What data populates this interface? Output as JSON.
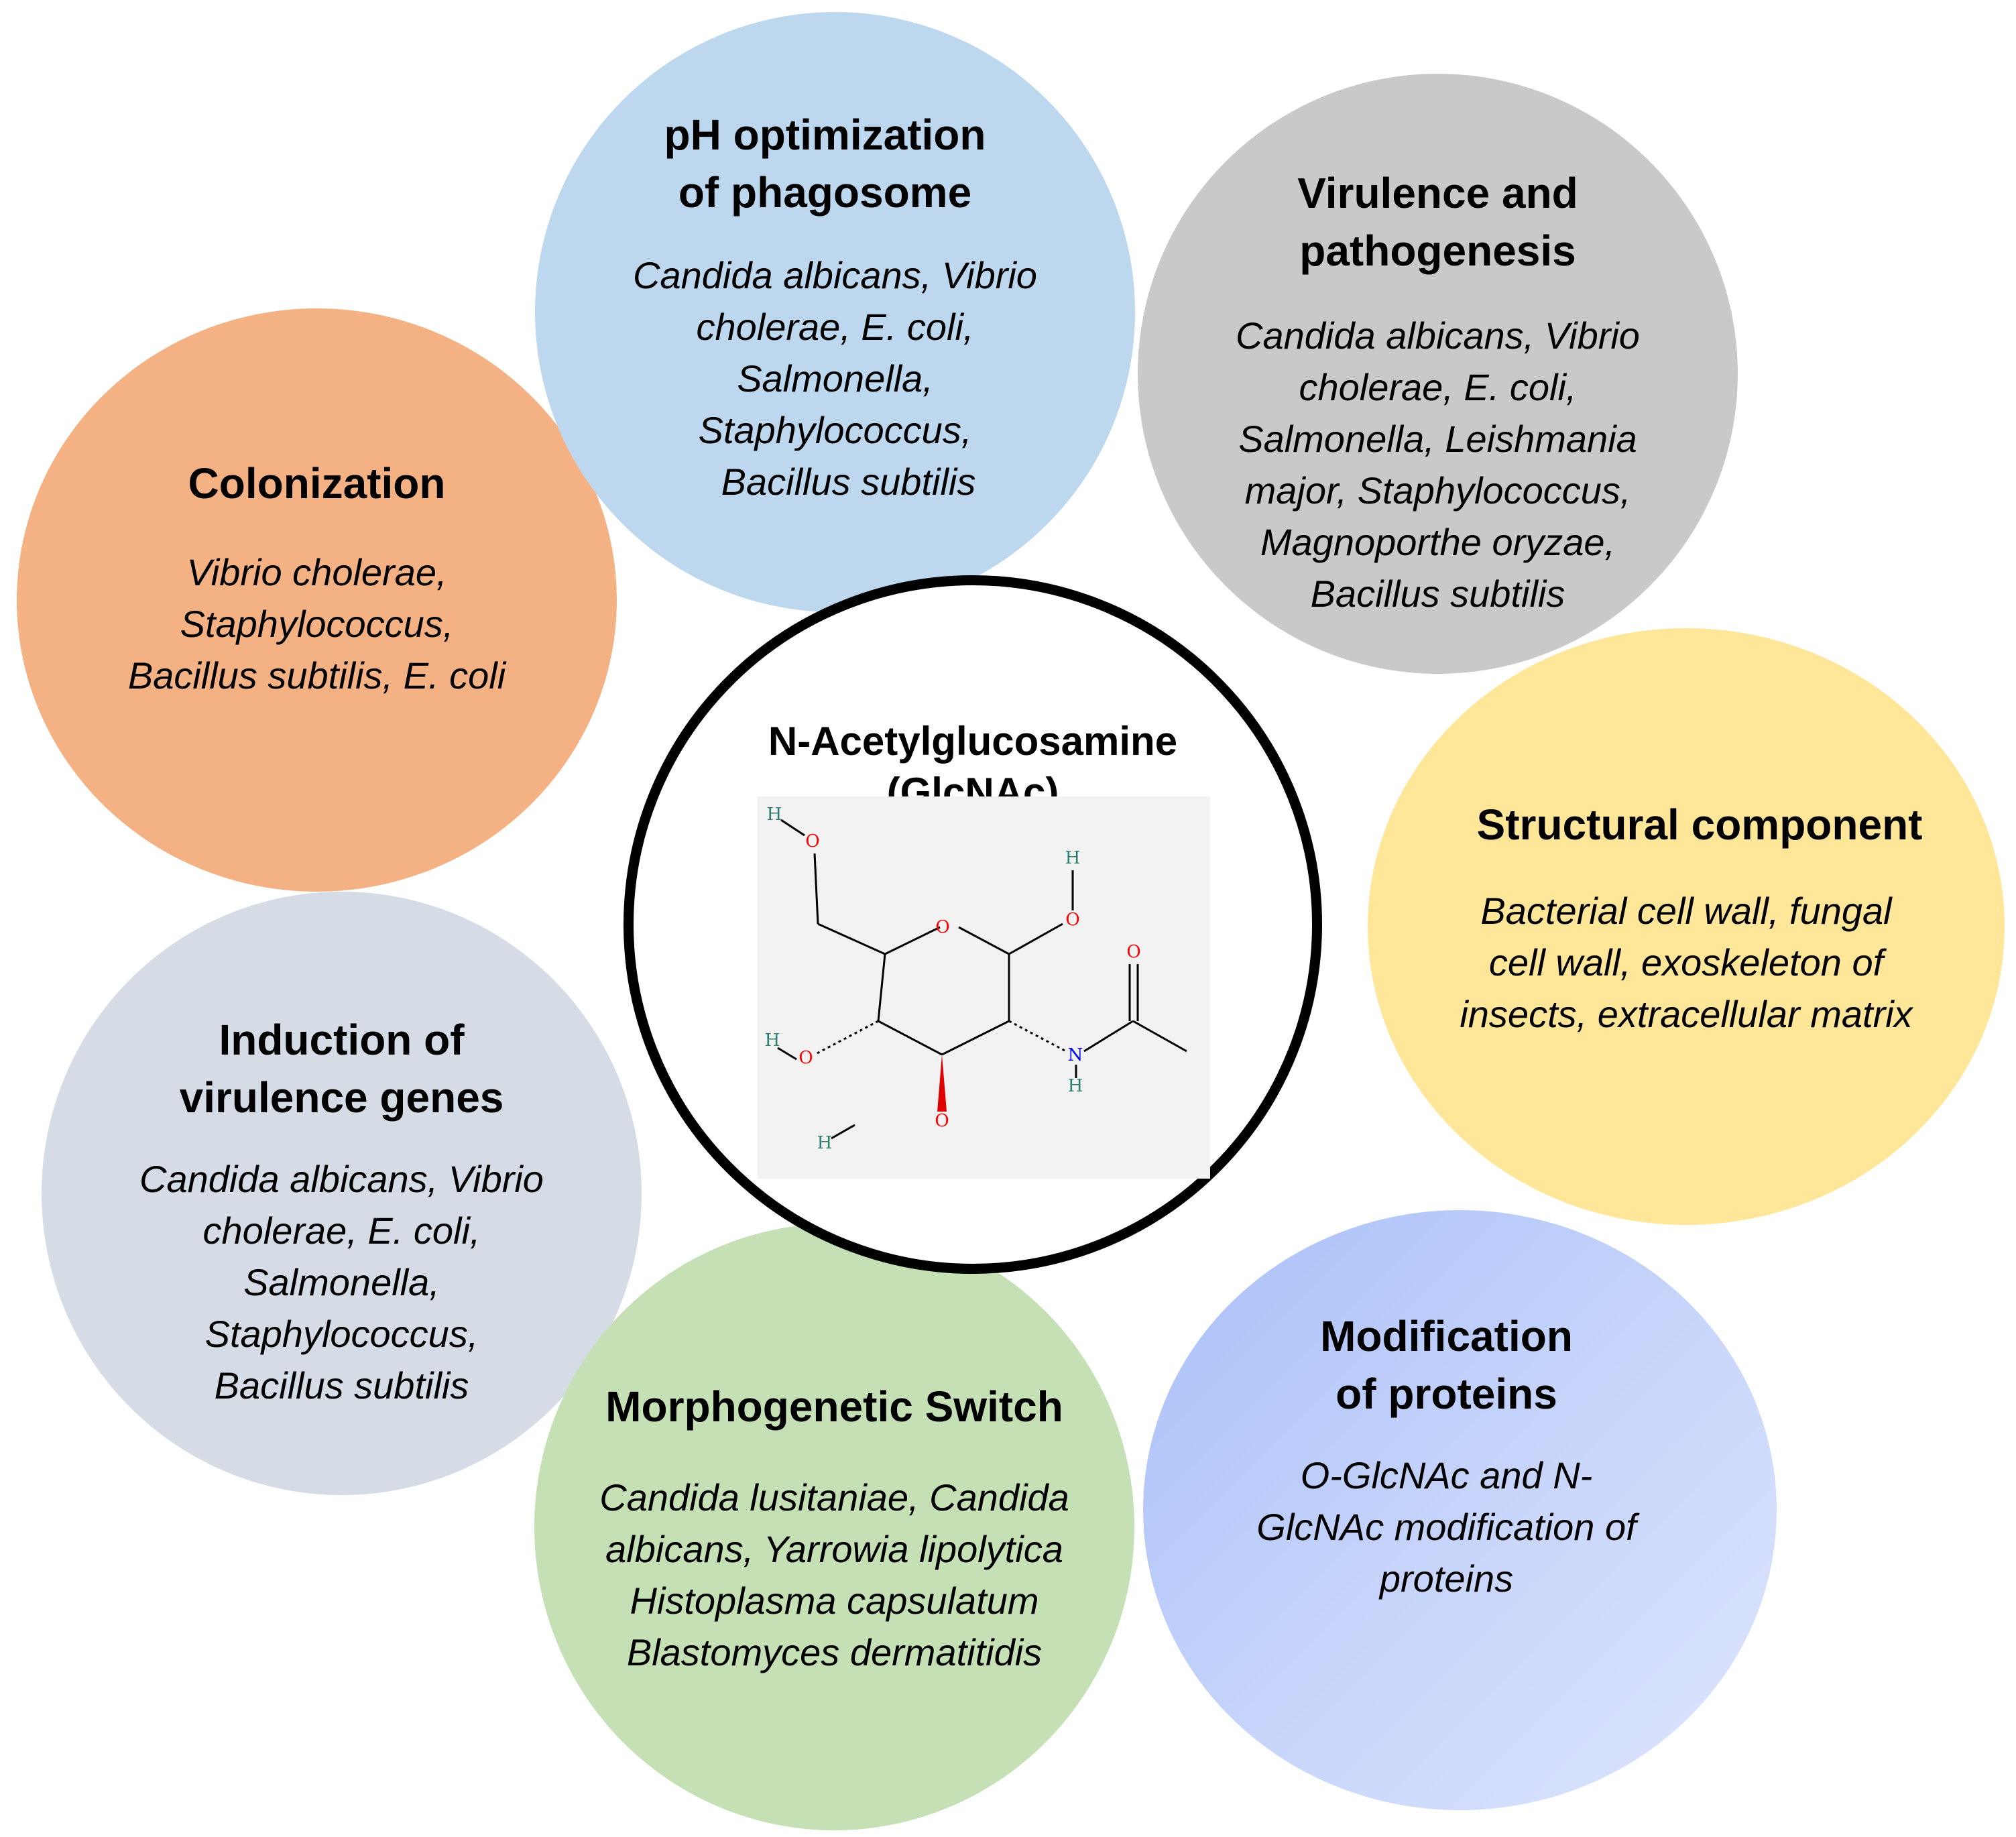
{
  "center": {
    "title_line1": "N-Acetylglucosamine",
    "title_line2": "(GlcNAc)",
    "atoms": {
      "oxygen": "O",
      "hydrogen": "H",
      "nitrogen": "N"
    }
  },
  "colonization": {
    "title": "Colonization",
    "body": [
      "Vibrio cholerae,",
      "Staphylococcus,",
      "Bacillus subtilis, E. coli"
    ]
  },
  "ph_optimization": {
    "title": [
      "pH optimization",
      "of phagosome"
    ],
    "body": [
      "Candida albicans, Vibrio",
      "cholerae, E. coli,",
      "Salmonella,",
      "Staphylococcus,",
      "Bacillus subtilis"
    ]
  },
  "virulence": {
    "title": [
      "Virulence and",
      "pathogenesis"
    ],
    "body": [
      "Candida albicans, Vibrio",
      "cholerae, E. coli,",
      "Salmonella, Leishmania",
      "major, Staphylococcus,",
      "Magnoporthe oryzae,",
      "Bacillus subtilis"
    ]
  },
  "structural": {
    "title": "Structural component",
    "body": [
      "Bacterial cell wall, fungal",
      "cell wall, exoskeleton of",
      "insects, extracellular matrix"
    ]
  },
  "induction": {
    "title": [
      "Induction of",
      "virulence genes"
    ],
    "body": [
      "Candida albicans, Vibrio",
      "cholerae, E. coli,",
      "Salmonella,",
      "Staphylococcus,",
      "Bacillus subtilis"
    ]
  },
  "morphogenetic": {
    "title": "Morphogenetic Switch",
    "body": [
      "Candida lusitaniae, Candida",
      "albicans, Yarrowia lipolytica",
      "Histoplasma capsulatum",
      "Blastomyces dermatitidis"
    ]
  },
  "modification": {
    "title": [
      "Modification",
      "of proteins"
    ],
    "body": [
      "O-GlcNAc  and N-",
      "GlcNAc modification of",
      "proteins"
    ]
  },
  "colors": {
    "colonization": "#f4b183",
    "ph_optimization": "#bdd7ee",
    "virulence": "#c9c9c9",
    "structural": "#ffe699",
    "induction": "#d6dce5",
    "morphogenetic": "#c5e0b4",
    "modification": "#b4c7f9",
    "center_border": "#000000",
    "oxygen_atom": "#ff0000",
    "nitrogen_atom": "#0000ff",
    "hydrogen_atom": "#2f7f6f"
  }
}
